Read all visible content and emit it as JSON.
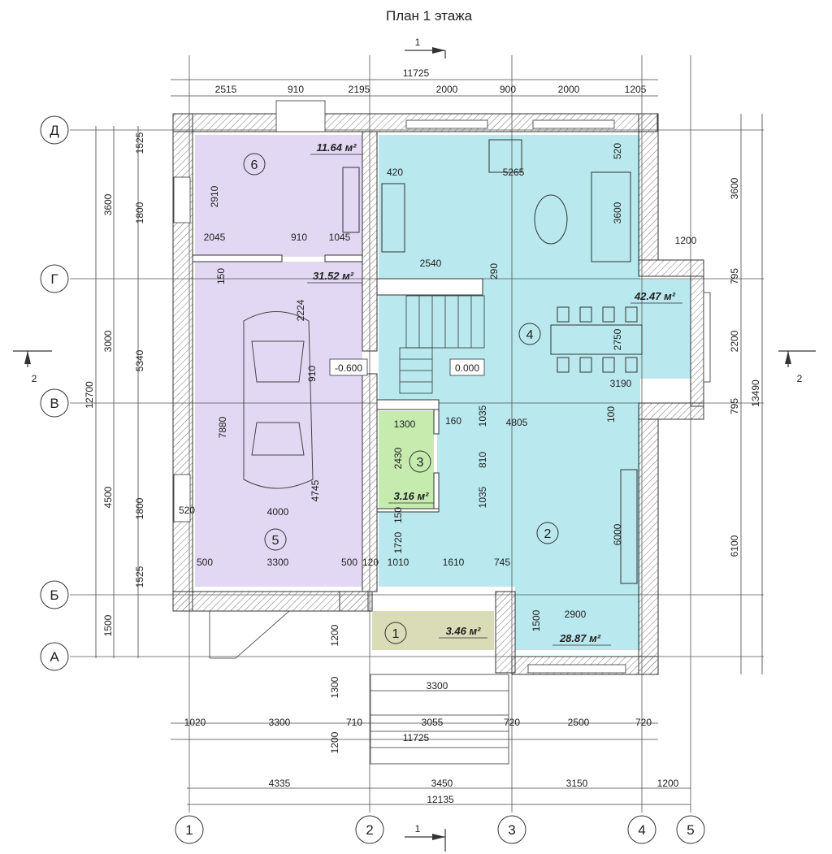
{
  "title": "План 1 этажа",
  "section_marks": [
    "1",
    "1",
    "2",
    "2"
  ],
  "axes": {
    "rows": [
      "Д",
      "Г",
      "В",
      "Б",
      "А"
    ],
    "cols": [
      "1",
      "2",
      "3",
      "4",
      "5"
    ]
  },
  "rooms": [
    {
      "num": "1",
      "area": "3.46 м²",
      "color": "#d9dcb6"
    },
    {
      "num": "2",
      "area": "28.87 м²",
      "color": "#b9e8ee"
    },
    {
      "num": "3",
      "area": "3.16 м²",
      "color": "#c6ebaf"
    },
    {
      "num": "4",
      "area": "42.47 м²",
      "color": "#b9e8ee"
    },
    {
      "num": "5",
      "area": "31.52 м²",
      "color": "#e3d8f3"
    },
    {
      "num": "6",
      "area": "11.64 м²",
      "color": "#e3d8f3"
    }
  ],
  "levels": [
    "-0.600",
    "0.000"
  ],
  "dims": {
    "top_total": "11725",
    "top_chain": [
      "2515",
      "910",
      "2195",
      "2000",
      "900",
      "2000",
      "1205"
    ],
    "bottom_chain": [
      "1020",
      "3300",
      "710",
      "3055",
      "720",
      "2500",
      "720"
    ],
    "bottom_total": "11725",
    "axis_chain": [
      "4335",
      "3450",
      "3150",
      "1200"
    ],
    "axis_total": "12135",
    "left_outer": [
      "1525",
      "1800",
      "1800",
      "1525",
      "1500"
    ],
    "left_mid": [
      "3600",
      "3000",
      "4500",
      "1500"
    ],
    "left_total": "12700",
    "left_inner": [
      "5340"
    ],
    "right_outer": [
      "3600",
      "795",
      "2200",
      "795"
    ],
    "right_total": "13490",
    "right_lower": "6100",
    "interior": [
      "2910",
      "2045",
      "910",
      "1045",
      "150",
      "2224",
      "910",
      "7880",
      "4745",
      "4000",
      "520",
      "500",
      "3300",
      "500",
      "120",
      "420",
      "5265",
      "520",
      "3600",
      "2540",
      "290",
      "1200",
      "2750",
      "3190",
      "1300",
      "160",
      "1035",
      "2430",
      "810",
      "1035",
      "4805",
      "100",
      "150",
      "1720",
      "1010",
      "1610",
      "745",
      "6000",
      "1500",
      "2900",
      "1200",
      "1300",
      "3300",
      "1200"
    ]
  }
}
